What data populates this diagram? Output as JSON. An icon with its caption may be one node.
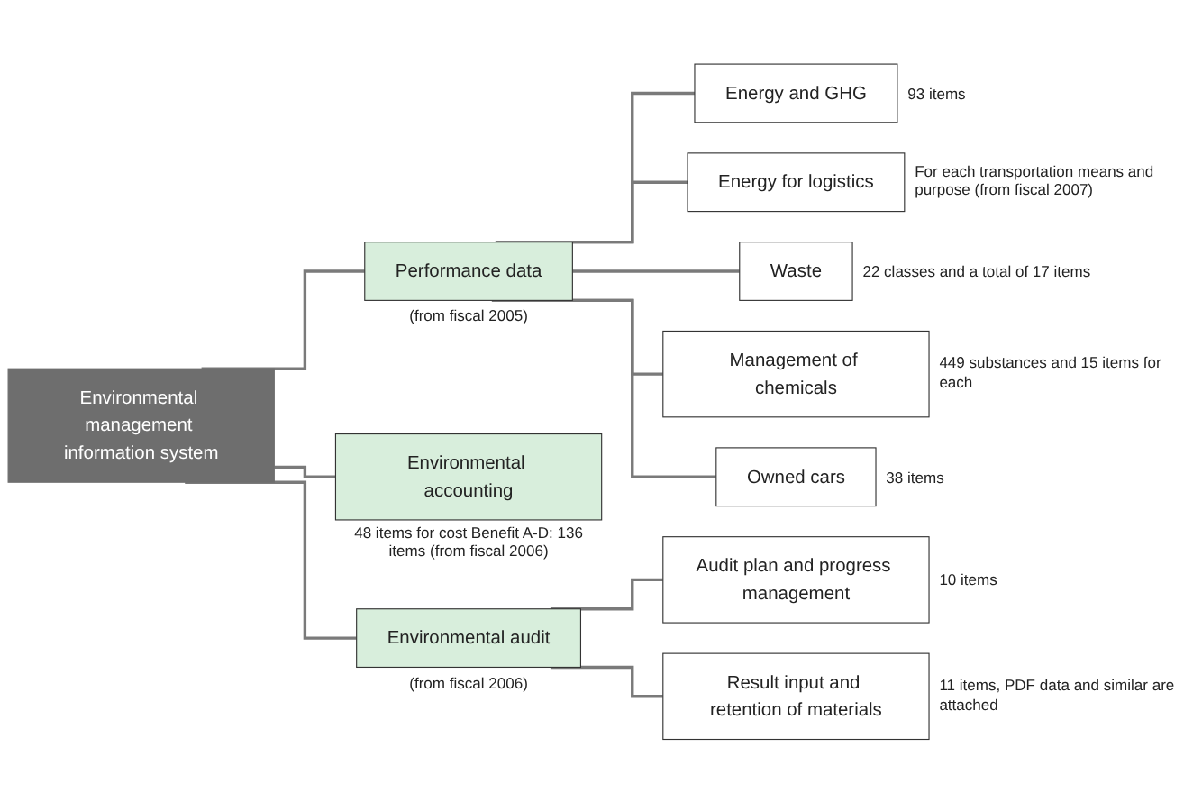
{
  "diagram": {
    "nodes": [
      {
        "text": [
          "Environmental management information system"
        ]
      },
      {
        "text": [
          "Performance data"
        ],
        "beside": [
          "(from fiscal 2005)"
        ]
      },
      {
        "text": [
          "Energy and GHG"
        ],
        "beside": [
          "93 items"
        ]
      },
      {
        "text": [
          "Energy for logistics"
        ],
        "beside": [
          "For each transportation means and purpose (from fiscal 2007)"
        ]
      },
      {
        "text": [
          "Waste"
        ],
        "beside": [
          "22 classes and a total of 17 items"
        ]
      },
      {
        "text": [
          "Management of chemicals"
        ],
        "beside": [
          "449 substances and 15 items for each"
        ]
      },
      {
        "text": [
          "Owned cars"
        ],
        "beside": [
          "38 items"
        ]
      },
      {
        "text": [
          "Environmental accounting"
        ],
        "beside": [
          "48 items for cost Benefit A-D: 136 items (from fiscal 2006)"
        ]
      },
      {
        "text": [
          "Environmental audit"
        ],
        "beside": [
          "(from fiscal 2006)"
        ]
      },
      {
        "text": [
          "Audit plan and progress management"
        ],
        "beside": [
          "10 items"
        ]
      },
      {
        "text": [
          "Result input and retention of materials"
        ],
        "beside": [
          "11 items, PDF data and similar are attached"
        ]
      }
    ],
    "edges": [
      {
        "from": 0,
        "to": 1,
        "arrow": "none"
      },
      {
        "from": 1,
        "to": 2,
        "arrow": "none"
      },
      {
        "from": 1,
        "to": 3,
        "arrow": "none"
      },
      {
        "from": 1,
        "to": 4,
        "arrow": "none"
      },
      {
        "from": 1,
        "to": 5,
        "arrow": "none"
      },
      {
        "from": 1,
        "to": 6,
        "arrow": "none"
      },
      {
        "from": 0,
        "to": 7,
        "arrow": "none"
      },
      {
        "from": 0,
        "to": 8,
        "arrow": "none"
      },
      {
        "from": 8,
        "to": 9,
        "arrow": "none"
      },
      {
        "from": 8,
        "to": 10,
        "arrow": "none"
      }
    ]
  }
}
